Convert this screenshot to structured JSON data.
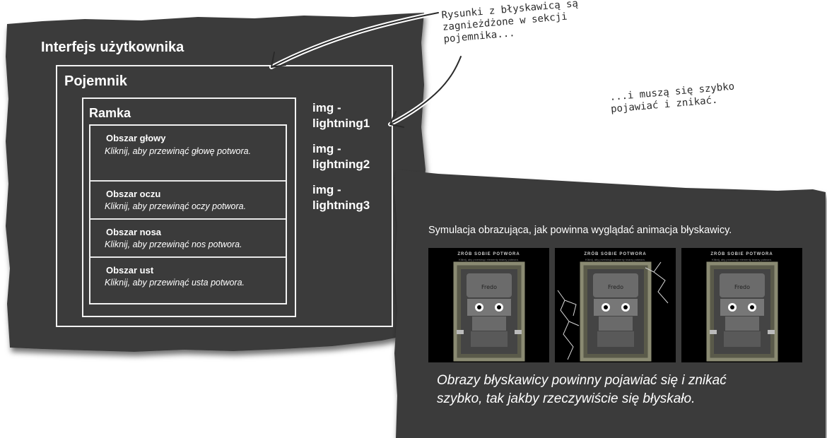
{
  "ui": {
    "title": "Interfejs użytkownika",
    "container_label": "Pojemnik",
    "frame_label": "Ramka",
    "areas": [
      {
        "title": "Obszar głowy",
        "text": "Kliknij, aby przewinąć głowę potwora."
      },
      {
        "title": "Obszar oczu",
        "text": "Kliknij, aby przewinąć oczy potwora."
      },
      {
        "title": "Obszar nosa",
        "text": "Kliknij, aby przewinąć nos potwora."
      },
      {
        "title": "Obszar ust",
        "text": "Kliknij, aby przewinąć usta potwora."
      }
    ],
    "images": [
      {
        "line1": "img -",
        "line2": "lightning1"
      },
      {
        "line1": "img -",
        "line2": "lightning2"
      },
      {
        "line1": "img -",
        "line2": "lightning3"
      }
    ]
  },
  "annotations": {
    "nested": [
      "Rysunki z błyskawicą są",
      "zagnieżdżone w sekcji",
      "pojemnika..."
    ],
    "blink": [
      "...i muszą się szybko",
      "pojawiać i znikać."
    ]
  },
  "simulation": {
    "caption": "Symulacja obrazująca, jak powinna wyglądać animacja błyskawicy.",
    "screenshot_title": "ZRÓB SOBIE POTWORA",
    "screenshot_subtitle": "Kliknij, aby przewinąć elementy twarzy potwora.",
    "face_label": "Fredo",
    "bottom_caption": [
      "Obrazy błyskawicy powinny pojawiać się i znikać",
      "szybko, tak jakby rzeczywiście się błyskało."
    ]
  },
  "colors": {
    "panel": "#3b3b3b",
    "panel_shadow": "#1e1e1e",
    "box_border": "#f2f2f2",
    "text": "#ffffff",
    "handwriting": "#2a2a2a"
  }
}
